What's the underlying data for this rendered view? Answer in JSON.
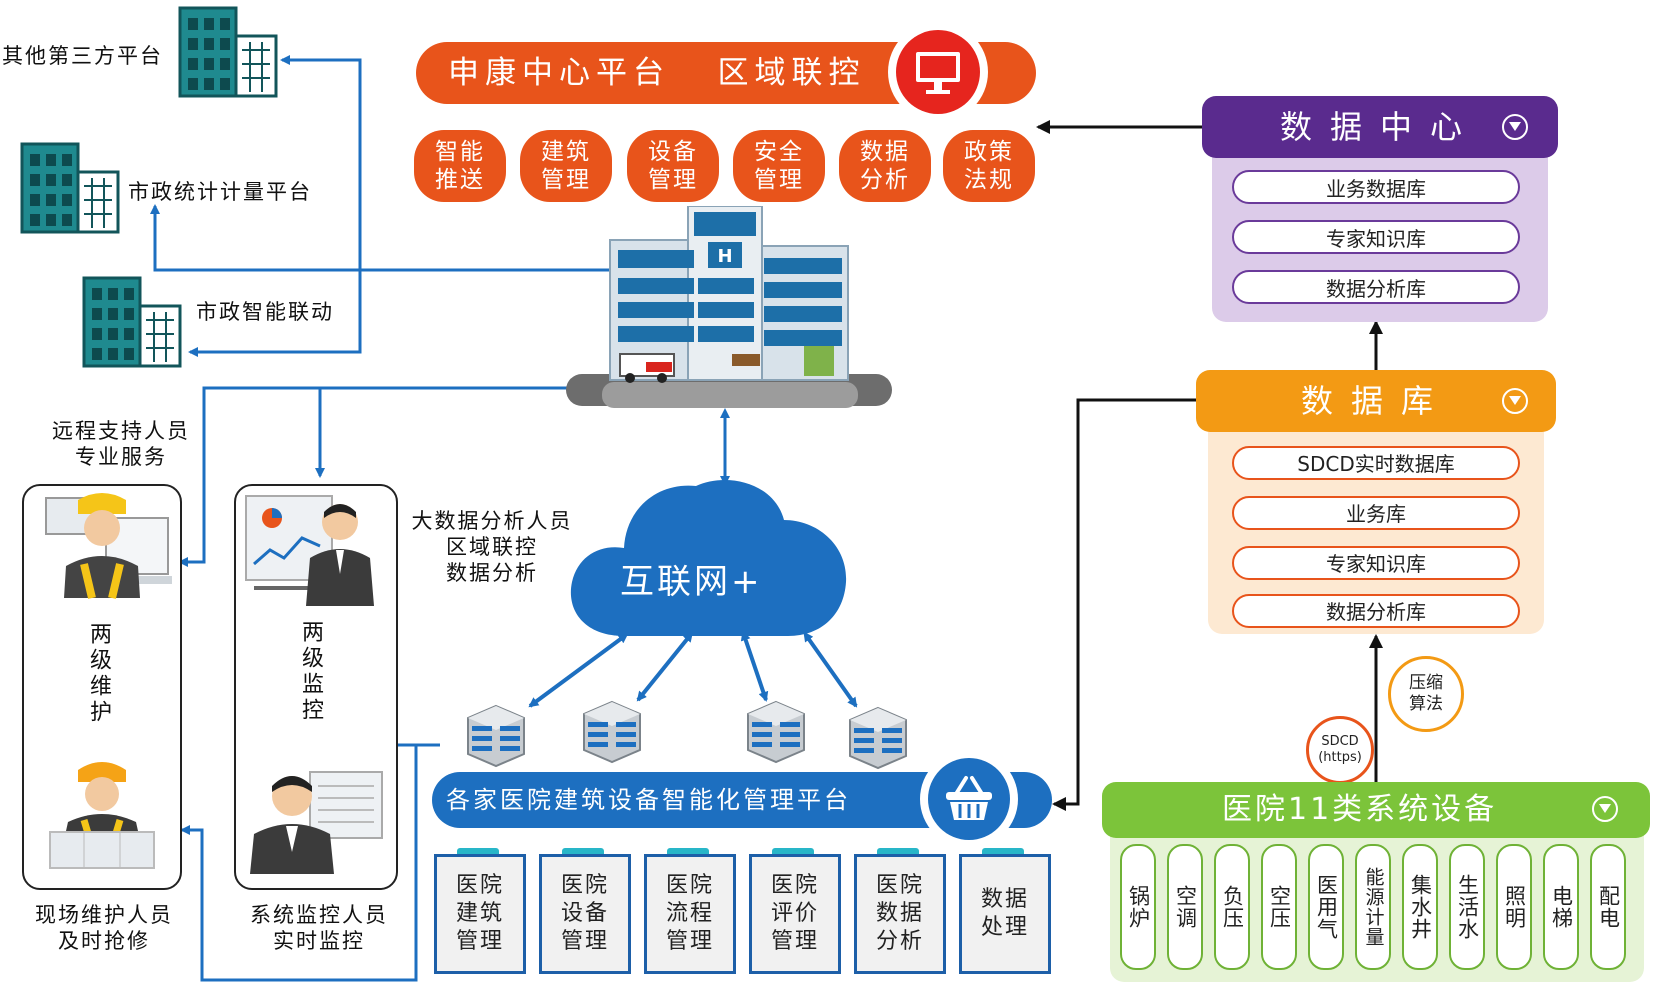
{
  "top_platform": {
    "title": "申康中心平台   区域联控",
    "modules": [
      "智能\n推送",
      "建筑\n管理",
      "设备\n管理",
      "安全\n管理",
      "数据\n分析",
      "政策\n法规"
    ]
  },
  "external": {
    "third_party": "其他第三方平台",
    "municipal_stats": "市政统计计量平台",
    "municipal_smart": "市政智能联动"
  },
  "cloud_label": "互联网+",
  "data_center": {
    "title": "数据中心",
    "items": [
      "业务数据库",
      "专家知识库",
      "数据分析库"
    ]
  },
  "database": {
    "title": "数据库",
    "items": [
      "SDCD实时数据库",
      "业务库",
      "专家知识库",
      "数据分析库"
    ]
  },
  "badges": {
    "compression": "压缩\n算法",
    "sdcd": "SDCD\n(https)"
  },
  "equipment": {
    "title": "医院11类系统设备",
    "items": [
      "锅炉",
      "空调",
      "负压",
      "空压",
      "医用气",
      "能源计量",
      "集水井",
      "生活水",
      "照明",
      "电梯",
      "配电"
    ]
  },
  "hospital_platform": {
    "title": "各家医院建筑设备智能化管理平台",
    "modules": [
      "医院\n建筑\n管理",
      "医院\n设备\n管理",
      "医院\n流程\n管理",
      "医院\n评价\n管理",
      "医院\n数据\n分析",
      "数据\n处理"
    ]
  },
  "people": {
    "remote_caption": "远程支持人员\n专业服务",
    "bigdata_caption": "大数据分析人员\n区域联控\n数据分析",
    "maintain_panel": "两级维护",
    "monitor_panel": "两级监控",
    "field_caption": "现场维护人员\n及时抢修",
    "monitor_caption": "系统监控人员\n实时监控"
  },
  "colors": {
    "orange": "#e8541b",
    "purple": "#5a2b8e",
    "amber": "#f39a14",
    "green": "#7cc43a",
    "blue": "#1d6fc0",
    "teal": "#1f8a8f"
  }
}
